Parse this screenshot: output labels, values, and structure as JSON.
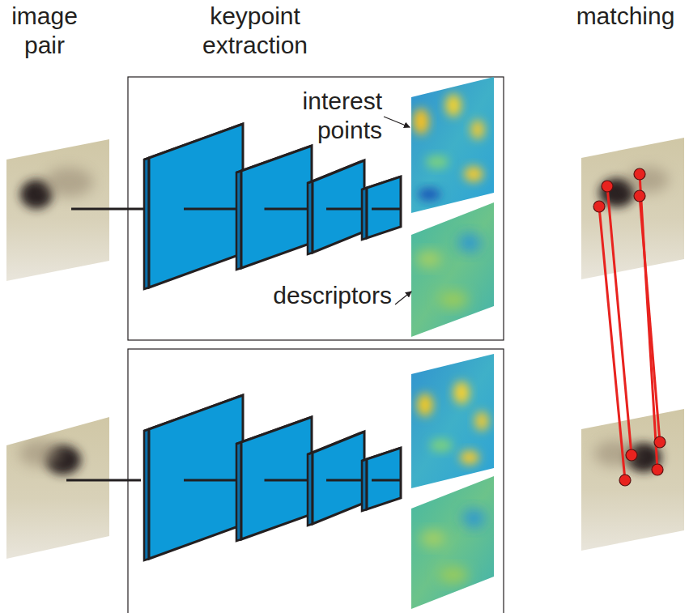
{
  "diagram": {
    "labels": [
      "image pair",
      "keypoint extraction",
      "matching",
      "interest points",
      "descriptors"
    ]
  }
}
